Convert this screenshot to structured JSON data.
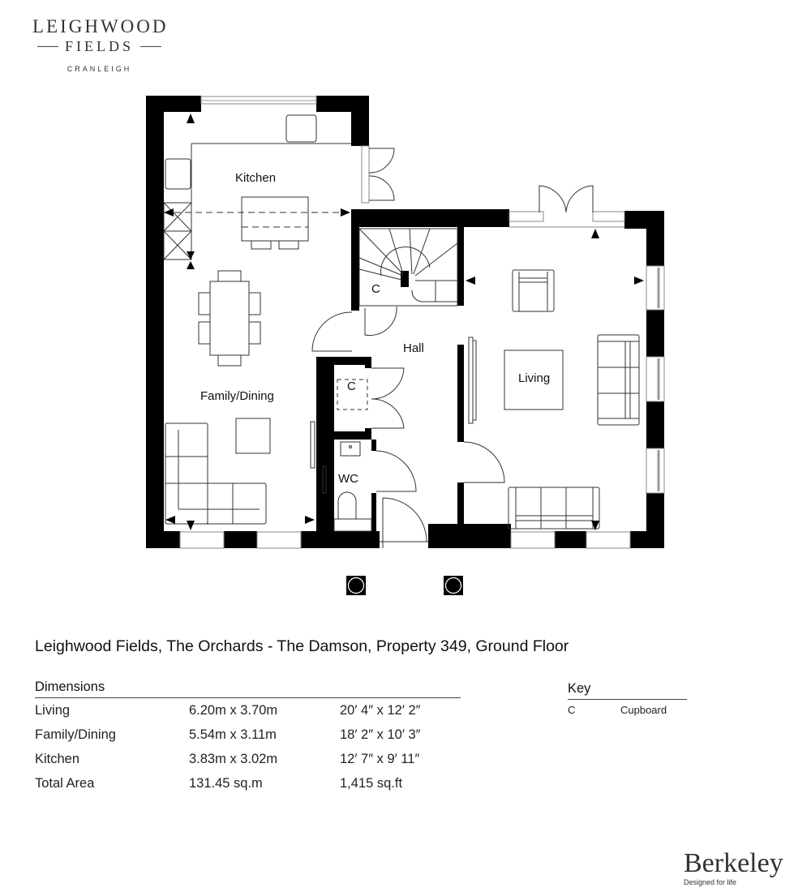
{
  "logo": {
    "line1": "LEIGHWOOD",
    "line2": "FIELDS",
    "line3": "CRANLEIGH"
  },
  "floorplan": {
    "rooms": {
      "kitchen": "Kitchen",
      "family_dining": "Family/Dining",
      "hall": "Hall",
      "living": "Living",
      "wc": "WC",
      "cupboard_under_stairs": "C",
      "cupboard_hall": "C"
    },
    "colors": {
      "wall": "#000000",
      "line": "#333333",
      "window": "#9a9a9a"
    }
  },
  "title": "Leighwood Fields, The Orchards - The Damson, Property 349, Ground Floor",
  "dimensions": {
    "header": "Dimensions",
    "rows": [
      {
        "room": "Living",
        "metric": "6.20m x 3.70m",
        "imperial": "20′ 4″ x 12′ 2″"
      },
      {
        "room": "Family/Dining",
        "metric": "5.54m x 3.11m",
        "imperial": "18′ 2″ x 10′ 3″"
      },
      {
        "room": "Kitchen",
        "metric": "3.83m x 3.02m",
        "imperial": "12′ 7″ x 9′ 11″"
      },
      {
        "room": "Total Area",
        "metric": "131.45 sq.m",
        "imperial": "1,415 sq.ft"
      }
    ]
  },
  "key": {
    "header": "Key",
    "items": [
      {
        "code": "C",
        "meaning": "Cupboard"
      }
    ]
  },
  "brand": {
    "name": "Berkeley",
    "tagline": "Designed for life"
  }
}
